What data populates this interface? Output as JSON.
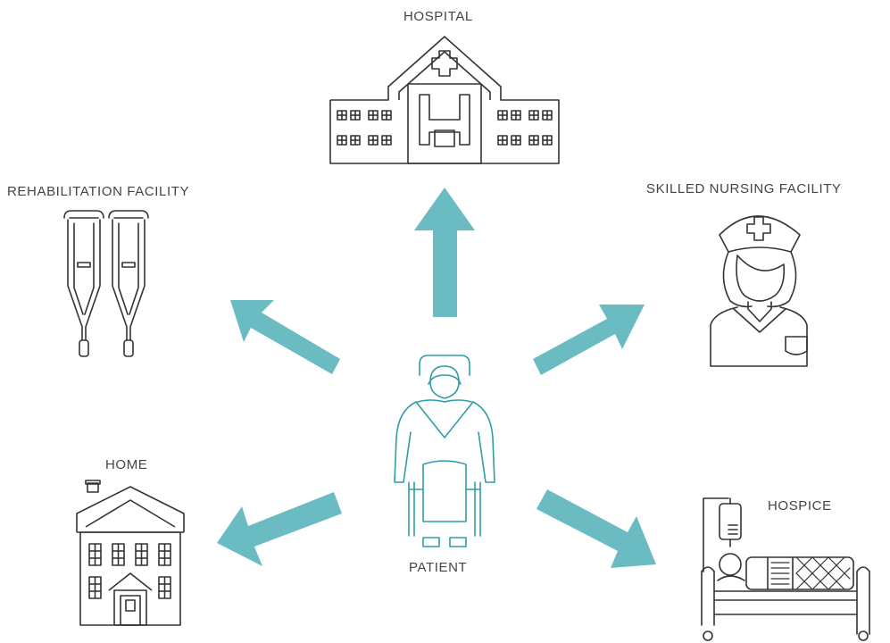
{
  "colors": {
    "arrow": "#6bbcc2",
    "icon_stroke": "#333333",
    "patient_stroke": "#2e9ea6",
    "label_text": "#444444"
  },
  "center": {
    "label": "PATIENT",
    "icon": "patient-in-wheelchair-icon"
  },
  "destinations": [
    {
      "key": "hospital",
      "label": "HOSPITAL",
      "icon": "hospital-building-icon"
    },
    {
      "key": "rehab",
      "label": "REHABILITATION FACILITY",
      "icon": "crutches-icon"
    },
    {
      "key": "snf",
      "label": "SKILLED NURSING FACILITY",
      "icon": "nurse-icon"
    },
    {
      "key": "home",
      "label": "HOME",
      "icon": "house-icon"
    },
    {
      "key": "hospice",
      "label": "HOSPICE",
      "icon": "hospital-bed-icon"
    }
  ]
}
